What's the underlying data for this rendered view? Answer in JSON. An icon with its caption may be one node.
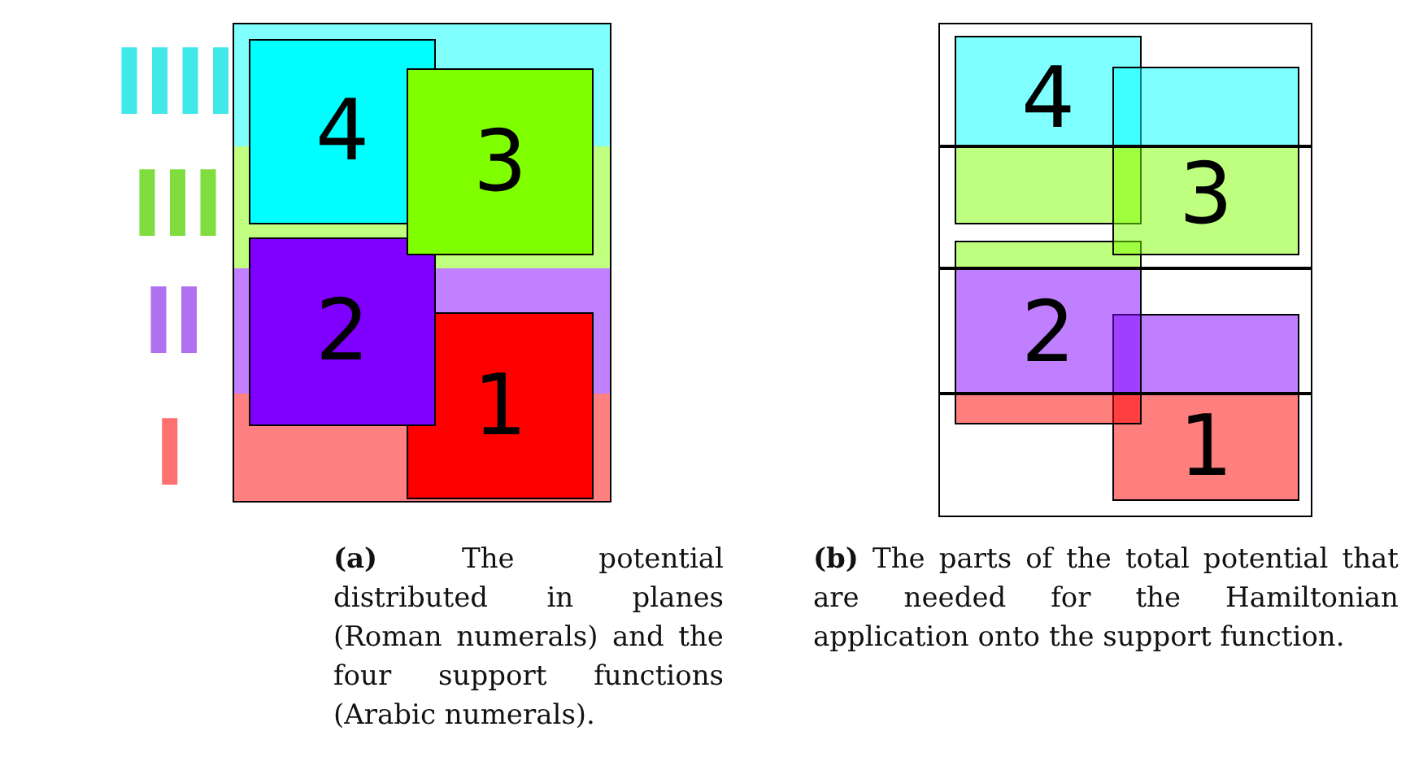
{
  "diagram": {
    "nodes": [
      {
        "text": [
          "4"
        ]
      },
      {
        "text": [
          "3"
        ]
      },
      {
        "text": [
          "2"
        ]
      },
      {
        "text": [
          "1"
        ]
      },
      {
        "text": [
          "4"
        ]
      },
      {
        "text": [
          "3"
        ]
      },
      {
        "text": [
          "2"
        ]
      },
      {
        "text": [
          "1"
        ]
      }
    ],
    "edges": [],
    "labels": [
      "IIII",
      "III",
      "II",
      "I",
      "**(a)** The potential distributed in planes (Roman numerals) and the four support functions (Arabic numerals).",
      "**(b)** The parts of the total potential that are needed for the Hamiltonian application onto the support function."
    ]
  }
}
